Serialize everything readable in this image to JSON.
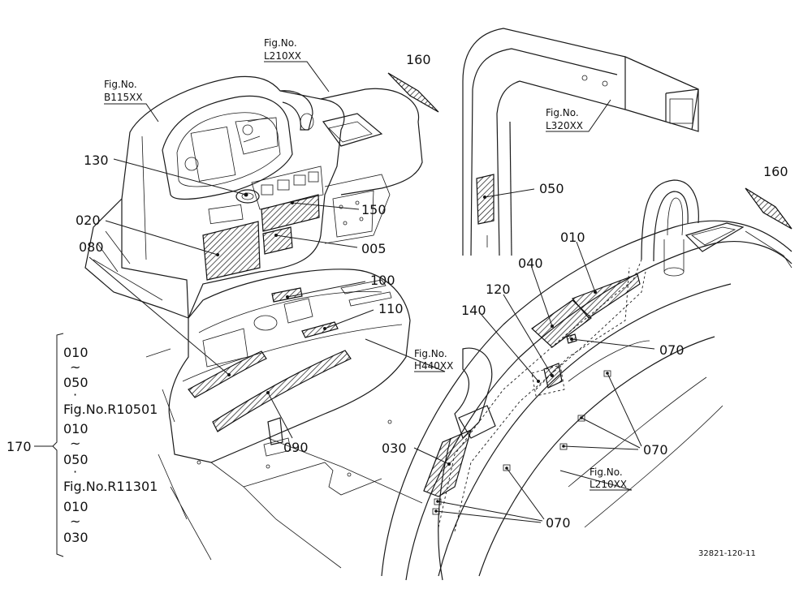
{
  "part_numbers": {
    "p005": "005",
    "p010a": "010",
    "p020": "020",
    "p030": "030",
    "p040": "040",
    "p050a": "050",
    "p070a": "070",
    "p070b": "070",
    "p070c": "070",
    "p080": "080",
    "p090": "090",
    "p100": "100",
    "p110": "110",
    "p120": "120",
    "p130": "130",
    "p140": "140",
    "p150": "150",
    "p160a": "160",
    "p160b": "160",
    "p170": "170"
  },
  "fig_refs": {
    "b115": {
      "line1": "Fig.No.",
      "line2": "B115XX"
    },
    "l210a": {
      "line1": "Fig.No.",
      "line2": "L210XX"
    },
    "l320": {
      "line1": "Fig.No.",
      "line2": "L320XX"
    },
    "h440": {
      "line1": "Fig.No.",
      "line2": "H440XX"
    },
    "l210b": {
      "line1": "Fig.No.",
      "line2": "L210XX"
    }
  },
  "group_170": {
    "r1": "010",
    "t1": "~",
    "r2": "050",
    "d1": "·",
    "ref1": "Fig.No.R10501",
    "r3": "010",
    "t2": "~",
    "r4": "050",
    "d2": "·",
    "ref2": "Fig.No.R11301",
    "r5": "010",
    "t3": "~",
    "r6": "030"
  },
  "drawing_code": "32821-120-11"
}
